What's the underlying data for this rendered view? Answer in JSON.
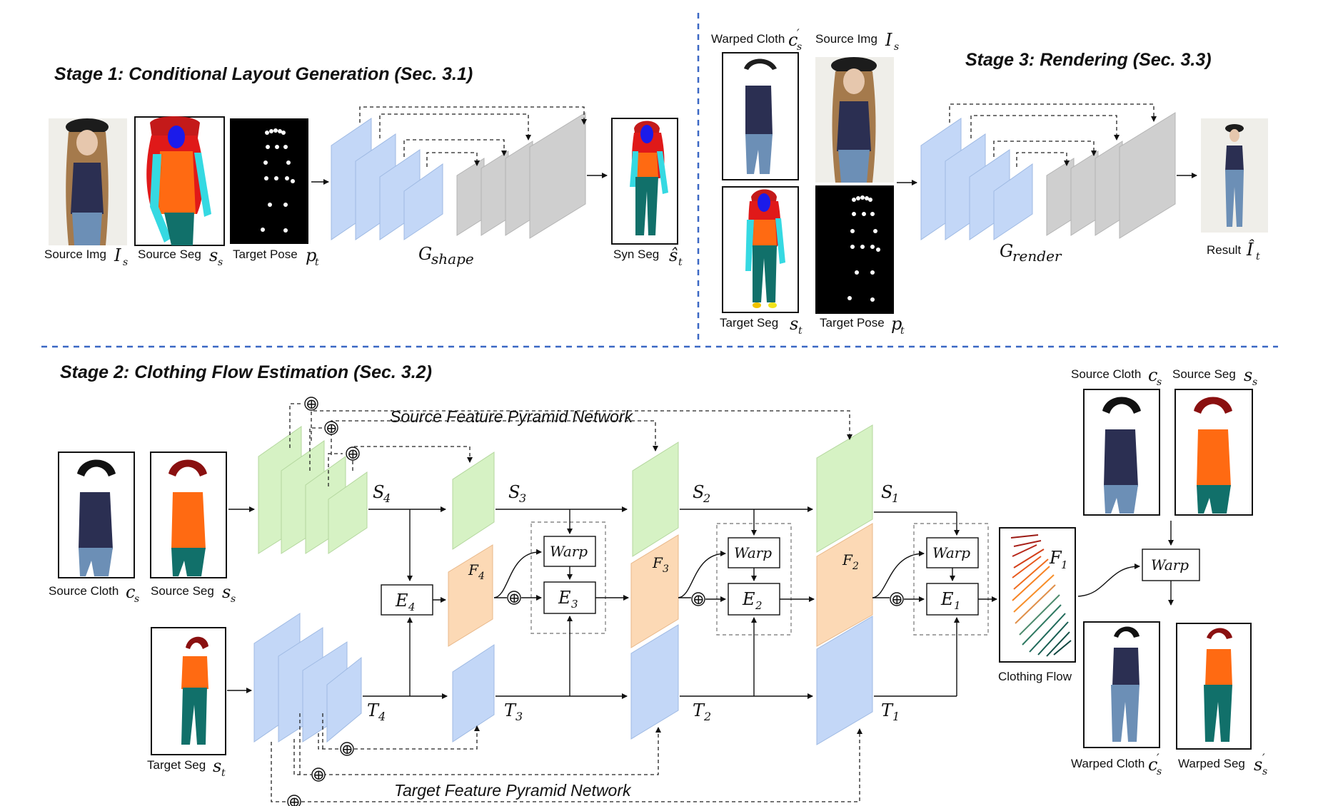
{
  "stage1": {
    "title": "Stage 1: Conditional Layout Generation (Sec. 3.1)",
    "captions": {
      "source_img": "Source Img",
      "source_img_sym": "I",
      "source_img_sub": "s",
      "source_seg": "Source Seg",
      "source_seg_sym": "s",
      "source_seg_sub": "s",
      "target_pose": "Target Pose",
      "target_pose_sym": "p",
      "target_pose_sub": "t",
      "syn_seg": "Syn Seg",
      "syn_seg_sym": "ŝ",
      "syn_seg_sub": "t"
    },
    "network_sym": "G",
    "network_sub": "shape"
  },
  "stage3": {
    "title": "Stage 3: Rendering (Sec. 3.3)",
    "captions": {
      "warped_cloth": "Warped Cloth",
      "warped_cloth_sym": "c",
      "warped_cloth_prime": "′",
      "warped_cloth_sub": "s",
      "source_img": "Source Img",
      "source_img_sym": "I",
      "source_img_sub": "s",
      "target_seg": "Target Seg",
      "target_seg_sym": "s",
      "target_seg_sub": "t",
      "target_pose": "Target Pose",
      "target_pose_sym": "p",
      "target_pose_sub": "t",
      "result": "Result",
      "result_sym": "Î",
      "result_sub": "t"
    },
    "network_sym": "G",
    "network_sub": "render"
  },
  "stage2": {
    "title": "Stage 2: Clothing Flow Estimation (Sec. 3.2)",
    "source_fpn_label": "Source Feature Pyramid Network",
    "target_fpn_label": "Target Feature Pyramid Network",
    "captions": {
      "source_cloth": "Source Cloth",
      "source_cloth_sym": "c",
      "source_cloth_sub": "s",
      "source_seg": "Source Seg",
      "source_seg_sym": "s",
      "source_seg_sub": "s",
      "target_seg": "Target Seg",
      "target_seg_sym": "s",
      "target_seg_sub": "t",
      "clothing_flow": "Clothing Flow",
      "warped_cloth": "Warped Cloth",
      "warped_cloth_sym": "c",
      "warped_cloth_prime": "′",
      "warped_cloth_sub": "s",
      "warped_seg": "Warped Seg",
      "warped_seg_sym": "s",
      "warped_seg_prime": "′",
      "warped_seg_sub": "s"
    },
    "S_sym": "S",
    "T_sym": "T",
    "F_sym": "F",
    "E_sym": "E",
    "levels": {
      "l1": "1",
      "l2": "2",
      "l3": "3",
      "l4": "4"
    },
    "warp_label": "Warp",
    "oplus": "⊕"
  },
  "colors": {
    "source_fpn": "#d6f2c4",
    "target_fpn": "#c3d7f7",
    "flow_feature": "#fcd9b5",
    "generator_blue": "#c3d7f7",
    "generator_gray": "#cfcfcf",
    "divider": "#3a67c4"
  }
}
